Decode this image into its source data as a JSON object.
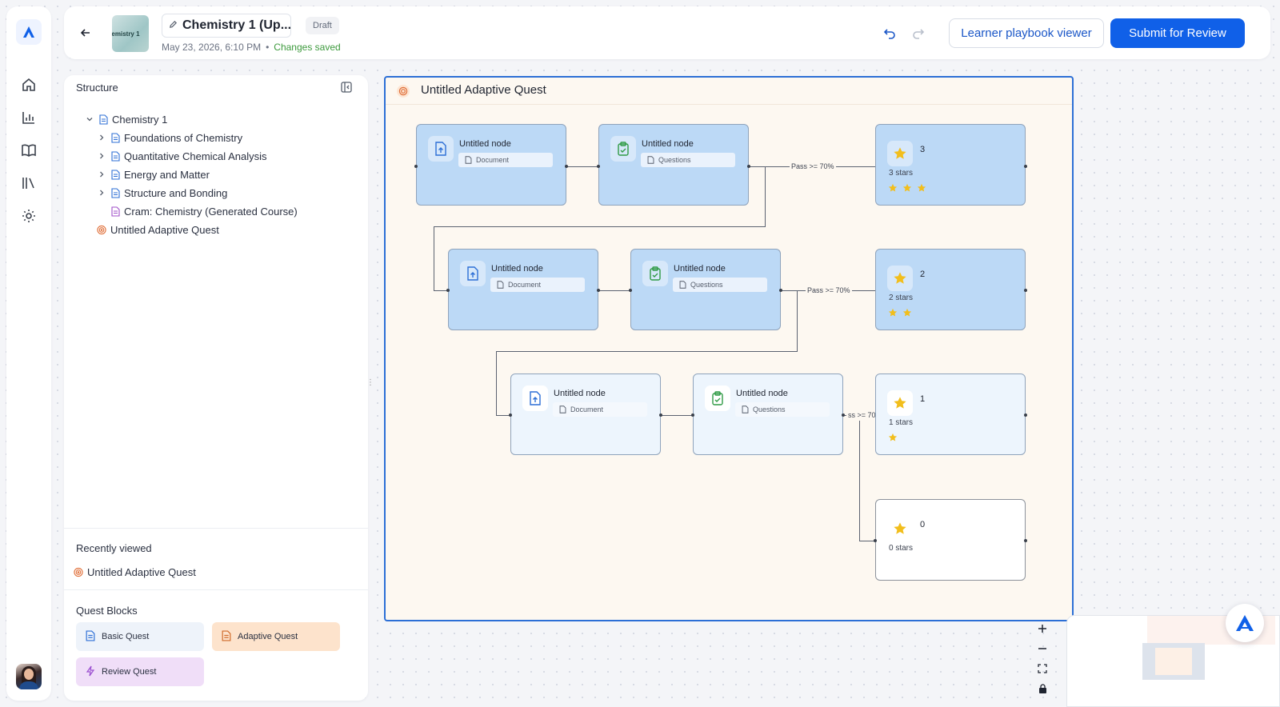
{
  "rail": {
    "logo_icon": "app-logo-icon",
    "nav": [
      "home-icon",
      "analytics-icon",
      "book-icon",
      "library-icon",
      "settings-icon"
    ],
    "accent": "#1060e8"
  },
  "header": {
    "thumb_text": "emistry 1",
    "title": "Chemistry 1 (Up...",
    "status": "Draft",
    "date": "May 23, 2026, 6:10 PM",
    "separator": "•",
    "saved": "Changes saved",
    "viewer_label": "Learner playbook viewer",
    "submit_label": "Submit for Review"
  },
  "structure": {
    "title": "Structure",
    "root": "Chemistry 1",
    "children": [
      "Foundations of Chemistry",
      "Quantitative Chemical Analysis",
      "Energy and Matter",
      "Structure and Bonding",
      "Cram: Chemistry (Generated Course)"
    ],
    "quest": "Untitled Adaptive Quest"
  },
  "recent": {
    "title": "Recently viewed",
    "item": "Untitled Adaptive Quest"
  },
  "blocks": {
    "title": "Quest Blocks",
    "basic": "Basic Quest",
    "adaptive": "Adaptive Quest",
    "review": "Review Quest"
  },
  "canvas": {
    "quest_title": "Untitled Adaptive Quest",
    "node_title": "Untitled node",
    "doc_label": "Document",
    "questions_label": "Questions",
    "pass_label": "Pass >= 70%",
    "pass_label_clipped": "ss >= 70",
    "rewards": [
      {
        "count": "3",
        "label": "3 stars",
        "stars": 3
      },
      {
        "count": "2",
        "label": "2 stars",
        "stars": 2
      },
      {
        "count": "1",
        "label": "1 stars",
        "stars": 1
      },
      {
        "count": "0",
        "label": "0 stars",
        "stars": 0
      }
    ]
  }
}
